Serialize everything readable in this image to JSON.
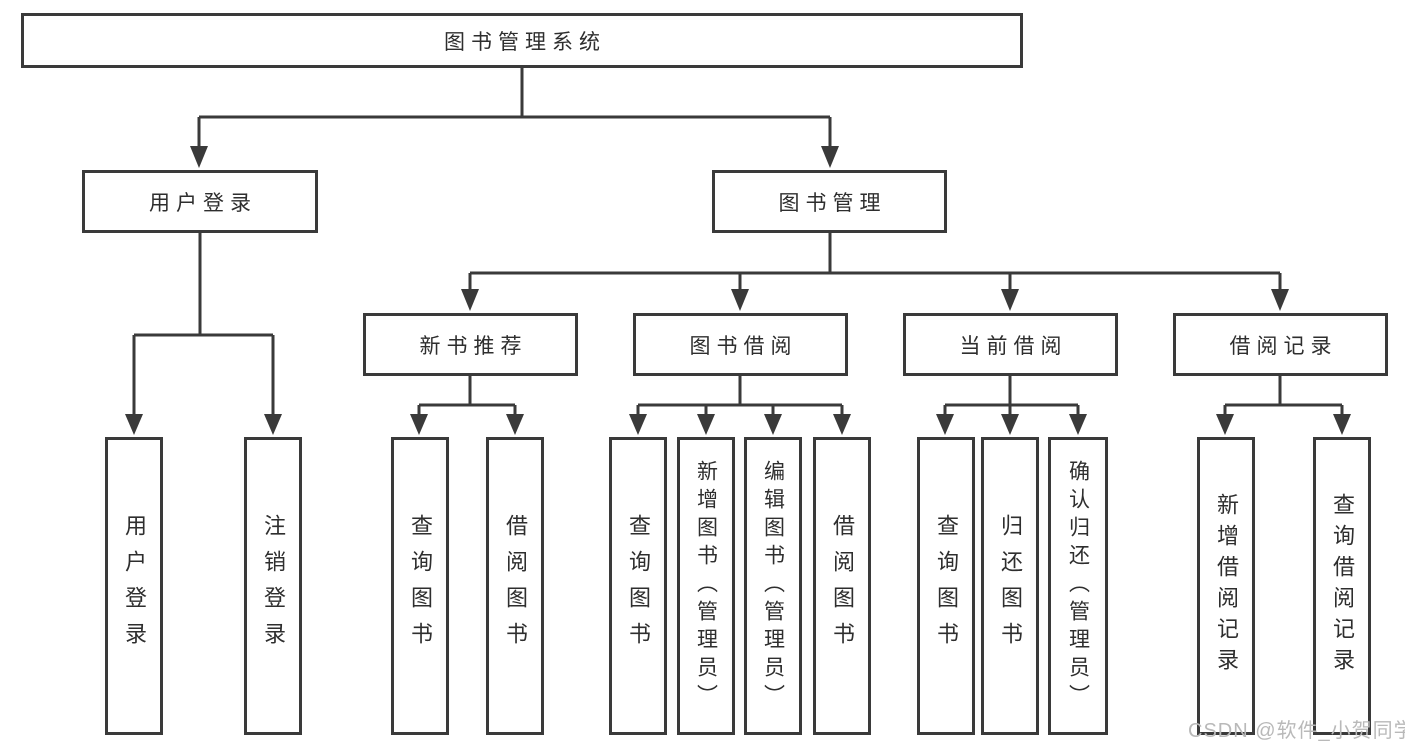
{
  "colors": {
    "line": "#3a3a3a",
    "text": "#2e2e2e",
    "watermark": "#b9b9b9",
    "background": "#ffffff"
  },
  "watermark": {
    "text": "CSDN @软件_小贺同学"
  },
  "tree": {
    "label": "图书管理系统",
    "children": [
      {
        "label": "用户登录",
        "children": [
          {
            "label": "用户登录"
          },
          {
            "label": "注销登录"
          }
        ]
      },
      {
        "label": "图书管理",
        "children": [
          {
            "label": "新书推荐",
            "children": [
              {
                "label": "查询图书"
              },
              {
                "label": "借阅图书"
              }
            ]
          },
          {
            "label": "图书借阅",
            "children": [
              {
                "label": "查询图书"
              },
              {
                "label": "新增图书（管理员）"
              },
              {
                "label": "编辑图书（管理员）"
              },
              {
                "label": "借阅图书"
              }
            ]
          },
          {
            "label": "当前借阅",
            "children": [
              {
                "label": "查询图书"
              },
              {
                "label": "归还图书"
              },
              {
                "label": "确认归还（管理员）"
              }
            ]
          },
          {
            "label": "借阅记录",
            "children": [
              {
                "label": "新增借阅记录"
              },
              {
                "label": "查询借阅记录"
              }
            ]
          }
        ]
      }
    ]
  }
}
